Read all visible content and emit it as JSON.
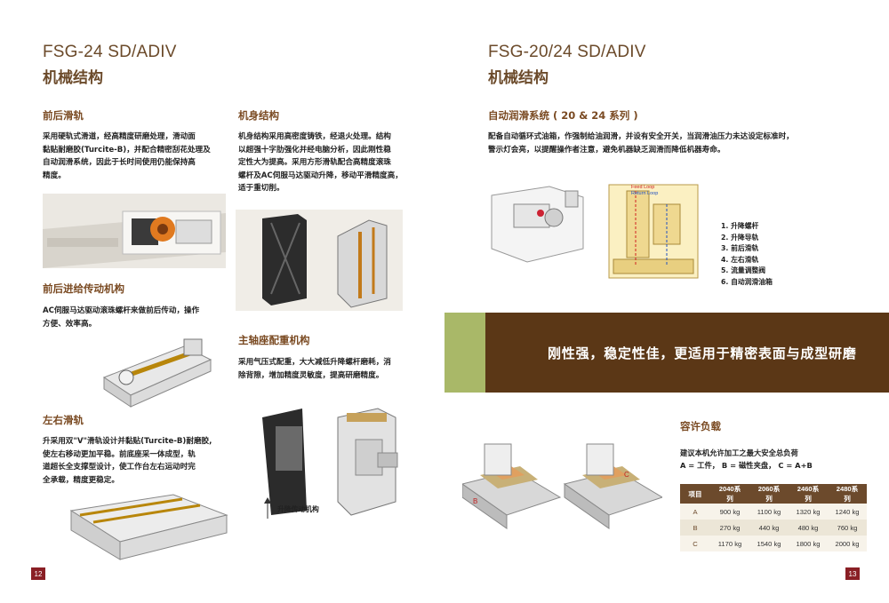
{
  "left": {
    "title_en": "FSG-24 SD/ADIV",
    "title_cn": "机械结构",
    "s1": {
      "title": "前后滑轨",
      "lines": [
        "采用硬轨式滑道，经高精度研磨处理，滑动面",
        "黏贴耐磨胶(Turcite-B)，并配合精密刮花处理及",
        "自动润滑系统，因此于长时间使用仍能保持高",
        "精度。"
      ]
    },
    "s2": {
      "title": "前后进给传动机构",
      "lines": [
        "AC伺服马达驱动滚珠螺杆来做前后传动，操作",
        "方便、效率高。"
      ]
    },
    "s3": {
      "title": "左右滑轨",
      "lines": [
        "升采用双\"V\"滑轨设计并黏贴(Turcite-B)耐磨胶,",
        "使左右移动更加平稳。前底座采一体成型，轨",
        "道超长全支撑型设计，使工作台左右运动时完",
        "全承载，精度更稳定。"
      ]
    },
    "s4": {
      "title": "机身结构",
      "lines": [
        "机身结构采用高密度铸铁，经退火处理。结构",
        "以超强十字肋强化并经电脑分析，因此刚性稳",
        "定性大为提高。采用方形滑轨配合高精度滚珠",
        "螺杆及AC伺服马达驱动升降，移动平滑精度高，",
        "适于重切削。"
      ]
    },
    "s5": {
      "title": "主轴座配重机构",
      "lines": [
        "采用气压式配重，大大减低升降螺杆磨耗，消",
        "除背隙，增加精度灵敏度，提高研磨精度。"
      ]
    },
    "caption": "升降传动机构",
    "page": "12"
  },
  "right": {
    "title_en": "FSG-20/24 SD/ADIV",
    "title_cn": "机械结构",
    "lube": {
      "title": "自动润滑系统 ( 20 & 24 系列 )",
      "lines": [
        "配备自动循环式油箱，作强制给油润滑，并设有安全开关，当润滑油压力未达设定标准时，",
        "警示灯会亮，以提醒操作者注意，避免机器缺乏润滑而降低机器寿命。"
      ]
    },
    "loop": {
      "feed": "Feed Loop",
      "return": "Return Loop"
    },
    "legend": [
      "1. 升降螺杆",
      "2. 升降导轨",
      "3. 前后滑轨",
      "4. 左右滑轨",
      "5. 流量调整阀",
      "6. 自动润滑油箱"
    ],
    "banner": "刚性强，稳定性佳，更适用于精密表面与成型研磨",
    "load": {
      "title": "容许负载",
      "lines": [
        "建议本机允许加工之最大安全总负荷",
        "A = 工件， B = 磁性夹盘， C = A+B"
      ],
      "header": [
        "项目",
        "2040系列",
        "2060系列",
        "2460系列",
        "2480系列"
      ],
      "rows": [
        [
          "A",
          "900 kg",
          "1100 kg",
          "1320 kg",
          "1240 kg"
        ],
        [
          "B",
          "270 kg",
          "440 kg",
          "480 kg",
          "760 kg"
        ],
        [
          "C",
          "1170 kg",
          "1540 kg",
          "1800 kg",
          "2000 kg"
        ]
      ]
    },
    "page": "13"
  },
  "colors": {
    "brown": "#5b3716",
    "green": "#a9b868",
    "title": "#6b4a2a",
    "page_badge": "#8a1f25"
  }
}
